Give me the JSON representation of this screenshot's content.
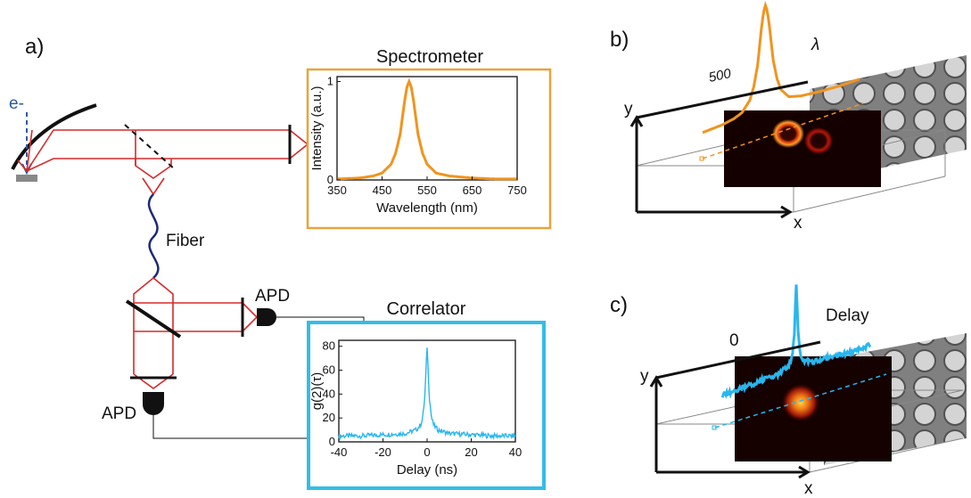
{
  "panels": {
    "a": "a)",
    "b": "b)",
    "c": "c)"
  },
  "setup": {
    "electron": "e-",
    "fiber": "Fiber",
    "apd_top": "APD",
    "apd_bottom": "APD"
  },
  "spectrometer": {
    "title": "Spectrometer",
    "border_color": "#e8a33d",
    "line_color": "#f0941e"
  },
  "correlator": {
    "title": "Correlator",
    "border_color": "#33bde8",
    "line_color": "#29b6ee"
  },
  "panel_b": {
    "y_axis": "y",
    "x_axis": "x",
    "wavelength_axis": "λ",
    "wavelength_marker": "500"
  },
  "panel_c": {
    "y_axis": "y",
    "x_axis": "x",
    "delay_axis": "Delay",
    "delay_marker": "0"
  },
  "chart_data": [
    {
      "type": "line",
      "name": "spectrum",
      "xlabel": "Wavelength (nm)",
      "ylabel": "Intensity (a.u.)",
      "xlim": [
        350,
        750
      ],
      "ylim": [
        0,
        1.05
      ],
      "x_ticks": [
        350,
        450,
        550,
        650,
        750
      ],
      "y_ticks": [
        0,
        1
      ],
      "peak_center": 510,
      "peak_fwhm": 45,
      "x": [
        350,
        400,
        430,
        450,
        470,
        480,
        490,
        500,
        505,
        510,
        515,
        520,
        530,
        540,
        550,
        570,
        600,
        650,
        700,
        750
      ],
      "y": [
        0.01,
        0.02,
        0.04,
        0.07,
        0.16,
        0.27,
        0.46,
        0.8,
        0.94,
        1.0,
        0.94,
        0.8,
        0.46,
        0.27,
        0.16,
        0.07,
        0.04,
        0.02,
        0.01,
        0.01
      ]
    },
    {
      "type": "line",
      "name": "correlation",
      "xlabel": "Delay (ns)",
      "ylabel": "g(2)(τ)",
      "xlim": [
        -40,
        40
      ],
      "ylim": [
        0,
        85
      ],
      "x_ticks": [
        -40,
        -20,
        0,
        20,
        40
      ],
      "y_ticks": [
        0,
        20,
        40,
        60,
        80
      ],
      "baseline": 5,
      "peak": 80,
      "x": [
        -40,
        -30,
        -20,
        -10,
        -5,
        -3,
        -2,
        -1,
        -0.5,
        0,
        0.5,
        1,
        2,
        3,
        5,
        10,
        20,
        30,
        40
      ],
      "y": [
        5,
        5,
        6,
        7,
        10,
        14,
        20,
        38,
        60,
        80,
        60,
        38,
        20,
        14,
        10,
        7,
        6,
        5,
        5
      ]
    }
  ]
}
